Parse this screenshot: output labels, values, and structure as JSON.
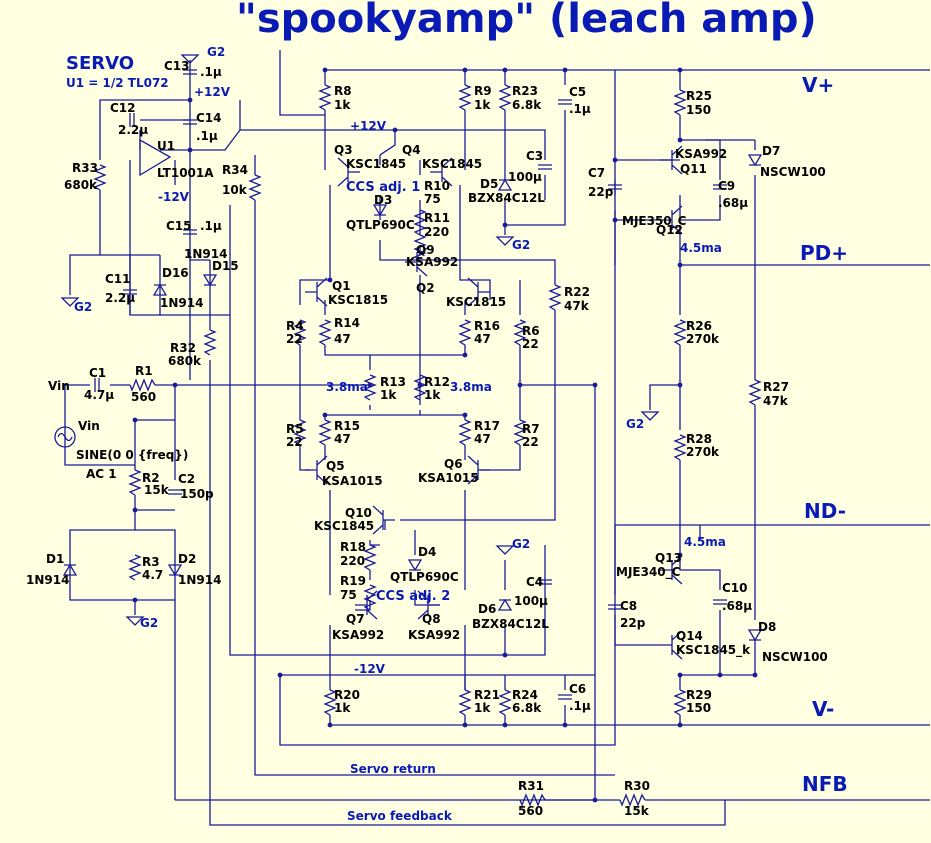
{
  "title": "\"spookyamp\" (leach amp)",
  "servo": {
    "title": "SERVO",
    "note": "U1 = 1/2 TL072"
  },
  "rails": {
    "v_plus": "V+",
    "pd_plus": "PD+",
    "nd_minus": "ND-",
    "v_minus": "V-",
    "nfb": "NFB"
  },
  "nets": {
    "plus12_a": "+12V",
    "plus12_b": "+12V",
    "minus12_a": "-12V",
    "minus12_b": "-12V",
    "g2_a": "G2",
    "g2_b": "G2",
    "g2_c": "G2",
    "g2_d": "G2",
    "g2_e": "G2",
    "g2_f": "G2",
    "vin": "Vin",
    "ccs1": "CCS adj. 1",
    "ccs2": "CCS adj. 2",
    "i_left": "3.8ma",
    "i_right": "3.8ma",
    "i_top": "4.5ma",
    "i_bot": "4.5ma",
    "servo_return": "Servo return",
    "servo_feedback": "Servo feedback"
  },
  "source": {
    "name": "Vin",
    "spec": "SINE(0 0 {freq})",
    "ac": "AC 1"
  },
  "components": {
    "C13": [
      "C13",
      ".1µ"
    ],
    "C12": [
      "C12",
      "2.2µ"
    ],
    "C14": [
      "C14",
      ".1µ"
    ],
    "R33": [
      "R33",
      "680k"
    ],
    "U1": [
      "U1",
      "LT1001A"
    ],
    "R34": [
      "R34",
      "10k"
    ],
    "C15": [
      "C15",
      ".1µ"
    ],
    "D15": [
      "1N914",
      "D15"
    ],
    "C11": [
      "C11",
      "2.2µ"
    ],
    "D16": [
      "D16",
      "1N914"
    ],
    "R32": [
      "R32",
      "680k"
    ],
    "C1": [
      "C1",
      "4.7µ"
    ],
    "R1": [
      "R1",
      "560"
    ],
    "R2": [
      "R2",
      "15k"
    ],
    "C2": [
      "C2",
      "150p"
    ],
    "D1": [
      "D1",
      "1N914"
    ],
    "R3": [
      "R3",
      "4.7"
    ],
    "D2": [
      "D2",
      "1N914"
    ],
    "R8": [
      "R8",
      "1k"
    ],
    "R9": [
      "R9",
      "1k"
    ],
    "R23": [
      "R23",
      "6.8k"
    ],
    "C5": [
      "C5",
      ".1µ"
    ],
    "Q3": [
      "Q3",
      "KSC1845"
    ],
    "Q4": [
      "Q4",
      "KSC1845"
    ],
    "R10": [
      "R10",
      "75"
    ],
    "R11": [
      "R11",
      "220"
    ],
    "D3": [
      "D3",
      "QTLP690C"
    ],
    "C3": [
      "C3",
      "100µ"
    ],
    "D5": [
      "D5",
      "BZX84C12L"
    ],
    "Q9": [
      "Q9",
      "KSA992"
    ],
    "R22": [
      "R22",
      "47k"
    ],
    "Q1": [
      "Q1",
      "KSC1815"
    ],
    "Q2": [
      "Q2",
      "KSC1815"
    ],
    "R4": [
      "R4",
      "22"
    ],
    "R14": [
      "R14",
      "47"
    ],
    "R16": [
      "R16",
      "47"
    ],
    "R6": [
      "R6",
      "22"
    ],
    "R13": [
      "R13",
      "1k"
    ],
    "R12": [
      "R12",
      "1k"
    ],
    "R5": [
      "R5",
      "22"
    ],
    "R15": [
      "R15",
      "47"
    ],
    "R17": [
      "R17",
      "47"
    ],
    "R7": [
      "R7",
      "22"
    ],
    "Q5": [
      "Q5",
      "KSA1015"
    ],
    "Q6": [
      "Q6",
      "KSA1015"
    ],
    "Q10": [
      "Q10",
      "KSC1845"
    ],
    "R18": [
      "R18",
      "220"
    ],
    "R19": [
      "R19",
      "75"
    ],
    "D4": [
      "D4",
      "QTLP690C"
    ],
    "C4": [
      "C4",
      "100µ"
    ],
    "D6": [
      "D6",
      "BZX84C12L"
    ],
    "Q7": [
      "Q7",
      "KSA992"
    ],
    "Q8": [
      "Q8",
      "KSA992"
    ],
    "R20": [
      "R20",
      "1k"
    ],
    "R21": [
      "R21",
      "1k"
    ],
    "R24": [
      "R24",
      "6.8k"
    ],
    "C6": [
      "C6",
      ".1µ"
    ],
    "R25": [
      "R25",
      "150"
    ],
    "Q11": [
      "KSA992",
      "Q11"
    ],
    "D7": [
      "D7",
      "NSCW100"
    ],
    "C7": [
      "C7",
      "22p"
    ],
    "C9": [
      "C9",
      ".68µ"
    ],
    "Q12": [
      "MJE350_C",
      "Q12"
    ],
    "R26": [
      "R26",
      "270k"
    ],
    "R27": [
      "R27",
      "47k"
    ],
    "R28": [
      "R28",
      "270k"
    ],
    "Q13": [
      "Q13",
      "MJE340_C"
    ],
    "C10": [
      "C10",
      ".68µ"
    ],
    "C8": [
      "C8",
      "22p"
    ],
    "Q14": [
      "Q14",
      "KSC1845_k"
    ],
    "D8": [
      "D8",
      "NSCW100"
    ],
    "R29": [
      "R29",
      "150"
    ],
    "R31": [
      "R31",
      "560"
    ],
    "R30": [
      "R30",
      "15k"
    ]
  }
}
